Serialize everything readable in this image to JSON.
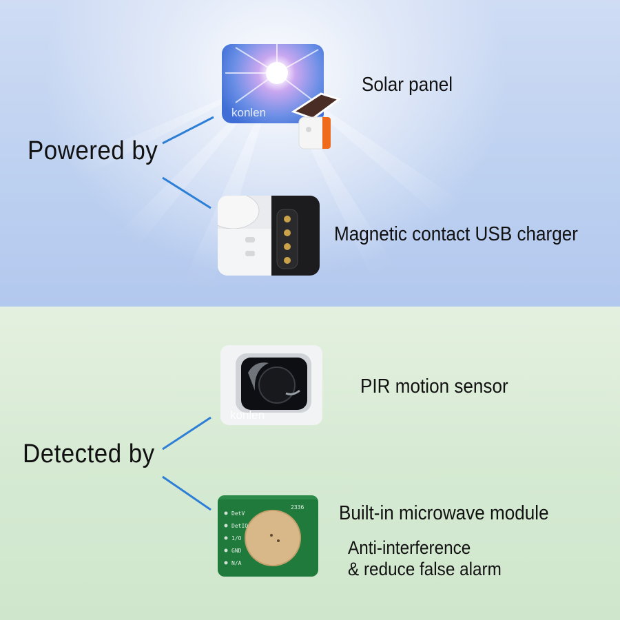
{
  "power": {
    "heading": "Powered by",
    "items": [
      {
        "label": "Solar panel"
      },
      {
        "label": "Magnetic contact USB charger"
      }
    ]
  },
  "detect": {
    "heading": "Detected by",
    "items": [
      {
        "label": "PIR motion sensor"
      },
      {
        "label": "Built-in microwave module",
        "sub_lines": [
          "Anti-interference",
          "& reduce false alarm"
        ]
      }
    ]
  },
  "watermark": "konlen",
  "pcb_labels": [
    "DetV",
    "DetIO",
    "1/O",
    "GND",
    "N/A"
  ],
  "pcb_code": "2336",
  "colors": {
    "connector": "#2d7fd6",
    "top_bg": "#c2d3f0",
    "bottom_bg": "#d6ead3",
    "pcb": "#1f7a3c"
  }
}
